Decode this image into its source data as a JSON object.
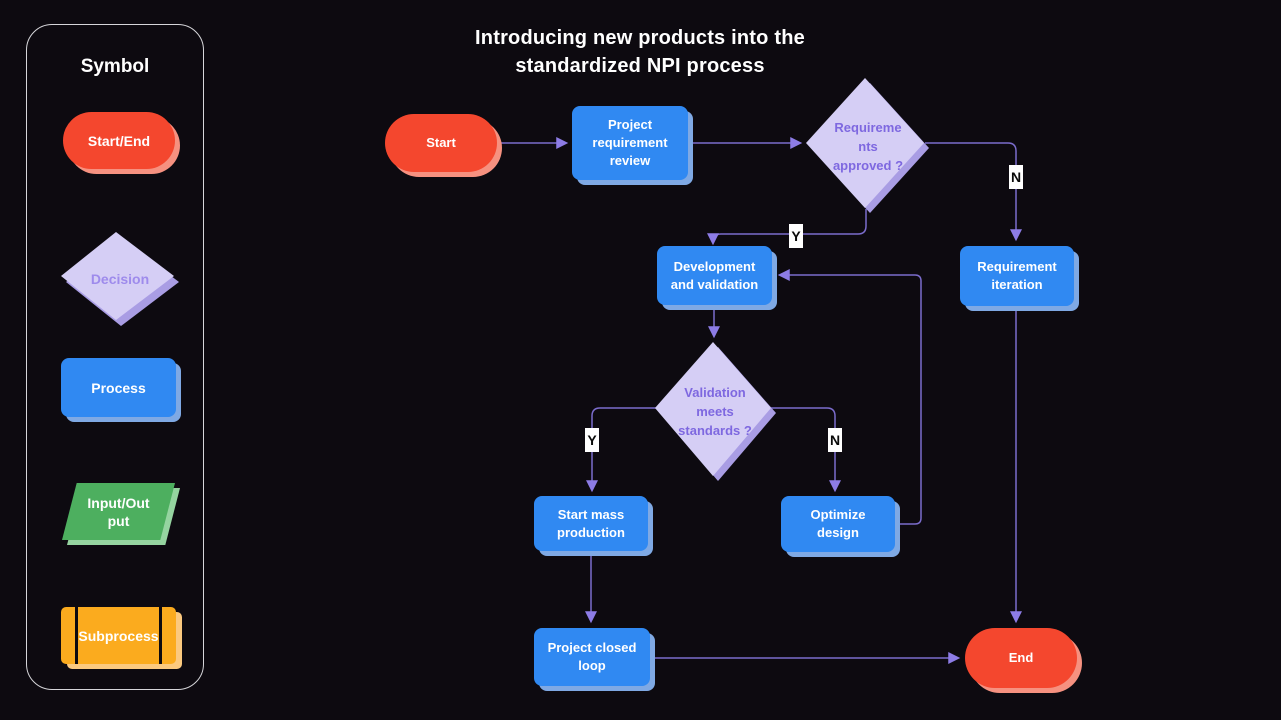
{
  "title": "Introducing new products into the standardized NPI process",
  "legend": {
    "title": "Symbol",
    "items": [
      {
        "id": "terminator",
        "label": "Start/End"
      },
      {
        "id": "decision",
        "label": "Decision"
      },
      {
        "id": "process",
        "label": "Process"
      },
      {
        "id": "io",
        "label": "Input/Output"
      },
      {
        "id": "subprocess",
        "label": "Subprocess"
      }
    ]
  },
  "nodes": {
    "start": {
      "label": "Start",
      "type": "terminator"
    },
    "project_requirement_review": {
      "label": "Project requirement review",
      "type": "process"
    },
    "requirements_approved": {
      "label": "Requirements approved ?",
      "type": "decision"
    },
    "requirement_iteration": {
      "label": "Requirement iteration",
      "type": "process"
    },
    "development_and_validation": {
      "label": "Development and validation",
      "type": "process"
    },
    "validation_meets_standards": {
      "label": "Validation meets standards ?",
      "type": "decision"
    },
    "start_mass_production": {
      "label": "Start mass production",
      "type": "process"
    },
    "optimize_design": {
      "label": "Optimize design",
      "type": "process"
    },
    "project_closed_loop": {
      "label": "Project closed loop",
      "type": "process"
    },
    "end": {
      "label": "End",
      "type": "terminator"
    }
  },
  "edges": [
    {
      "from": "start",
      "to": "project_requirement_review",
      "label": ""
    },
    {
      "from": "project_requirement_review",
      "to": "requirements_approved",
      "label": ""
    },
    {
      "from": "requirements_approved",
      "to": "requirement_iteration",
      "label": "N"
    },
    {
      "from": "requirements_approved",
      "to": "development_and_validation",
      "label": "Y"
    },
    {
      "from": "development_and_validation",
      "to": "validation_meets_standards",
      "label": ""
    },
    {
      "from": "validation_meets_standards",
      "to": "start_mass_production",
      "label": "Y"
    },
    {
      "from": "validation_meets_standards",
      "to": "optimize_design",
      "label": "N"
    },
    {
      "from": "optimize_design",
      "to": "development_and_validation",
      "label": ""
    },
    {
      "from": "start_mass_production",
      "to": "project_closed_loop",
      "label": ""
    },
    {
      "from": "project_closed_loop",
      "to": "end",
      "label": ""
    },
    {
      "from": "requirement_iteration",
      "to": "end",
      "label": ""
    }
  ],
  "edge_labels": {
    "approved_no": "N",
    "approved_yes": "Y",
    "standards_yes": "Y",
    "standards_no": "N"
  },
  "colors": {
    "background": "#0d0a10",
    "terminator": "#f4472e",
    "terminator_shadow": "#f69180",
    "process": "#3089f2",
    "process_shadow": "#7fa9e4",
    "decision": "#d5cef5",
    "decision_shadow": "#a99de4",
    "decision_text": "#7e68e0",
    "io": "#4daf5f",
    "io_shadow": "#95d4a0",
    "subprocess": "#fbab1e",
    "subprocess_shadow": "#fbc97f",
    "connector": "#7b6ccc",
    "arrow": "#8d7ce6",
    "edge_label_bg": "#ffffff",
    "edge_label_text": "#0a0a0a"
  }
}
